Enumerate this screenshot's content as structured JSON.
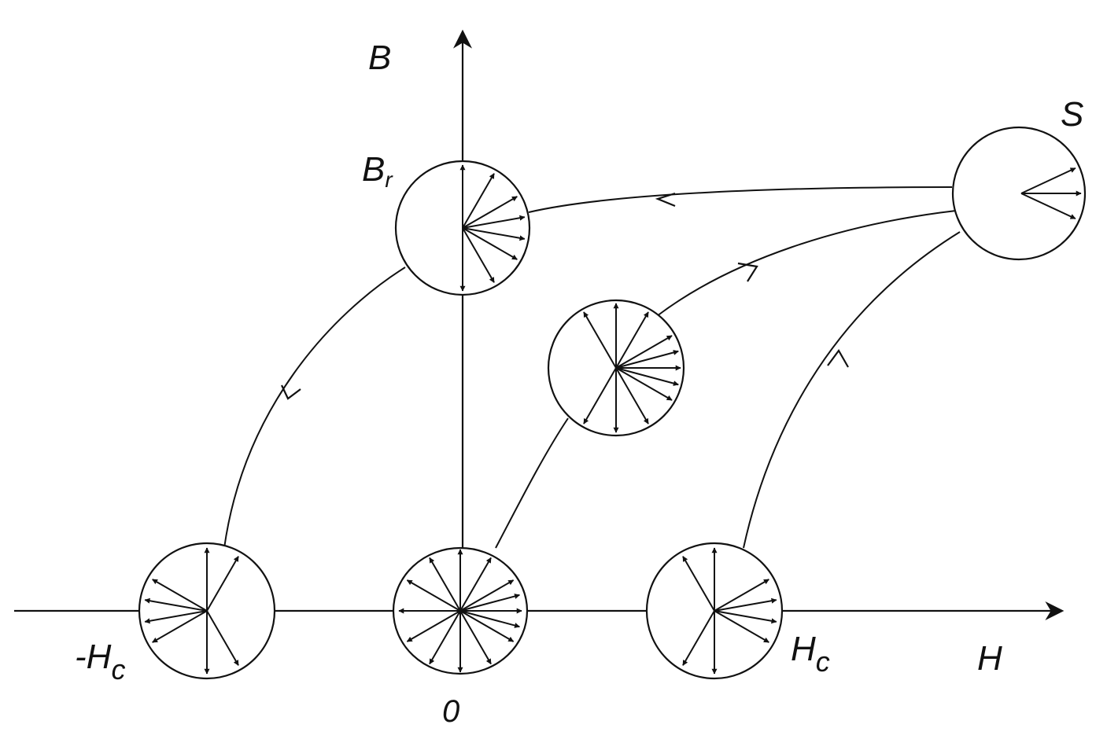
{
  "labels": {
    "b_axis": "B",
    "h_axis": "H",
    "saturation": "S",
    "origin": "0",
    "remanence_main": "B",
    "remanence_sub": "r",
    "coercive_pos_main": "H",
    "coercive_pos_sub": "c",
    "coercive_neg_main": "-H",
    "coercive_neg_sub": "c"
  },
  "style": {
    "ink": "#111111",
    "background": "#ffffff"
  },
  "domains": [
    {
      "name": "domain-origin",
      "angles": [
        90,
        60,
        30,
        0,
        -30,
        -60,
        -90,
        -120,
        -150,
        180,
        150,
        120,
        15,
        -15
      ]
    },
    {
      "name": "domain-remanence",
      "angles": [
        90,
        60,
        30,
        10,
        -10,
        -30,
        -60,
        -90
      ]
    },
    {
      "name": "domain-middle",
      "angles": [
        90,
        60,
        30,
        15,
        0,
        -15,
        -30,
        -60,
        -90,
        -120,
        120
      ]
    },
    {
      "name": "domain-saturation",
      "angles": [
        25,
        0,
        -25
      ]
    },
    {
      "name": "domain-coercive-pos",
      "angles": [
        90,
        120,
        30,
        10,
        -10,
        -30,
        -90,
        -120
      ]
    },
    {
      "name": "domain-coercive-neg",
      "angles": [
        90,
        60,
        150,
        170,
        190,
        210,
        -60,
        -90
      ]
    }
  ]
}
